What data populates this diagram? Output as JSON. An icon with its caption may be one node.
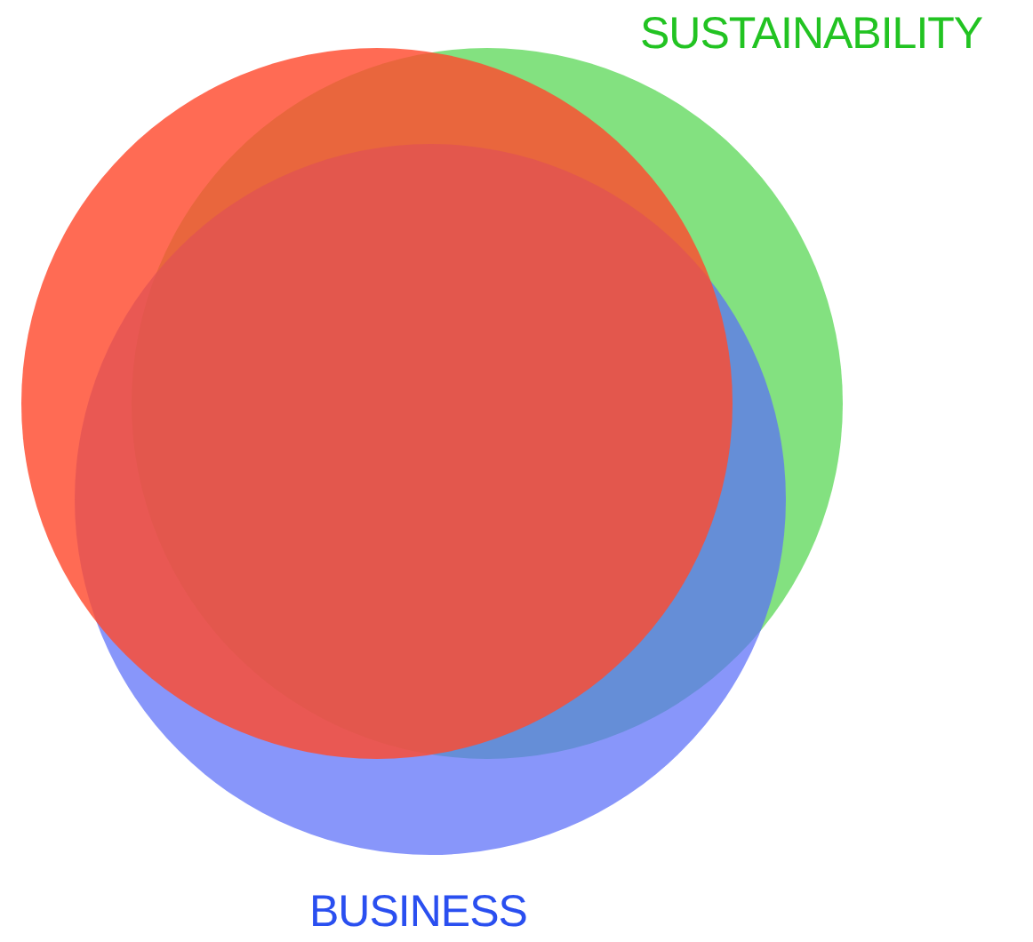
{
  "diagram": {
    "nodes": [
      {
        "text": [],
        "shape": "circle"
      },
      {
        "text": [
          "SUSTAINABILITY"
        ]
      },
      {
        "text": [
          "BUSINESS"
        ]
      }
    ]
  }
}
